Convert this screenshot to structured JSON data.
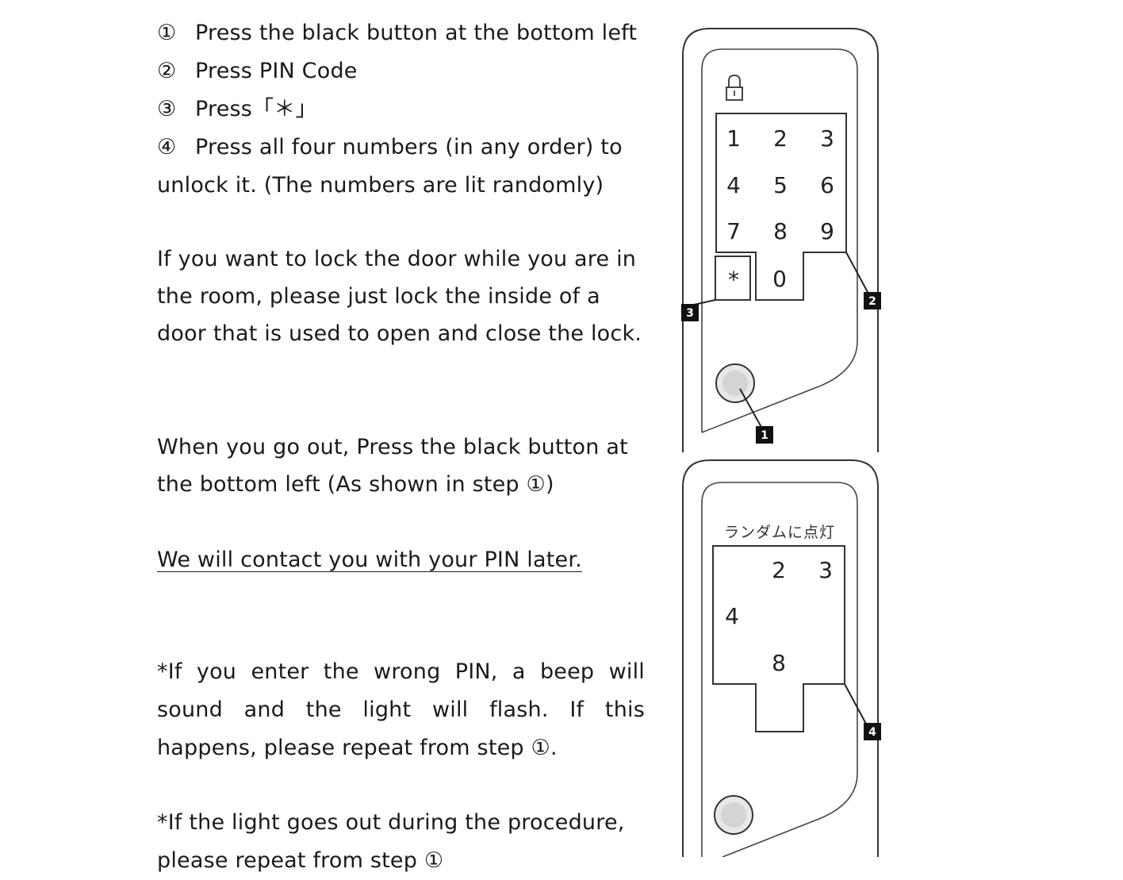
{
  "steps": [
    {
      "num": "①",
      "text": "Press the black button at the bottom left"
    },
    {
      "num": "②",
      "text": "Press PIN Code"
    },
    {
      "num": "③",
      "text": "Press「＊」"
    },
    {
      "num": "④",
      "text": "Press all four numbers (in any order) to"
    }
  ],
  "step4_continuation": "unlock it. (The numbers are lit randomly)",
  "lock_inside_paragraph": "If you want to lock the door while you are in the room, please just lock the inside of a door that is used to open and close the lock.",
  "go_out_paragraph": "When you go out, Press the black button at the bottom left (As shown in step ①)",
  "contact_note": "We will contact you with your PIN later.",
  "wrong_pin_note": "*If you enter the wrong PIN, a beep will sound and the light will flash. If this happens, please repeat from step ①.",
  "light_out_note": "*If the light goes out during the procedure,",
  "light_out_note_cont": "please repeat from step ①",
  "diagram_top": {
    "keys": [
      "1",
      "2",
      "3",
      "4",
      "5",
      "6",
      "7",
      "8",
      "9",
      "*",
      "0"
    ],
    "callouts": [
      "1",
      "2",
      "3"
    ]
  },
  "diagram_bottom": {
    "label": "ランダムに点灯",
    "lit_keys": [
      "2",
      "3",
      "4",
      "8"
    ],
    "callouts": [
      "4"
    ]
  },
  "colors": {
    "text": "#1a1a1a",
    "line": "#333333",
    "badge": "#111111"
  }
}
